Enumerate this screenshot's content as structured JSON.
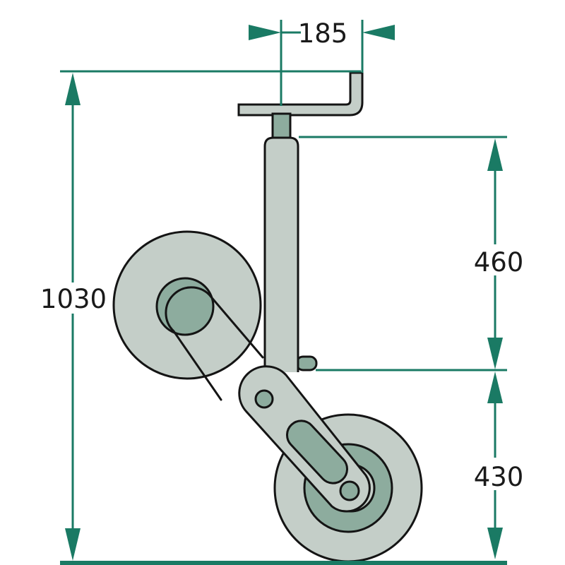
{
  "diagram": {
    "type": "technical-drawing",
    "subject": "trailer jockey wheel side view with dimension callouts",
    "dimension_labels": {
      "top_width": "185",
      "overall_height": "1030",
      "upper_height": "460",
      "lower_height": "430"
    },
    "colors": {
      "dimension_accent": "#1a7a64",
      "part_fill_light": "#c4cec8",
      "part_fill_dark": "#8dac9e",
      "outline": "#141414",
      "background": "#ffffff",
      "label_text": "#1a1a1a"
    }
  }
}
